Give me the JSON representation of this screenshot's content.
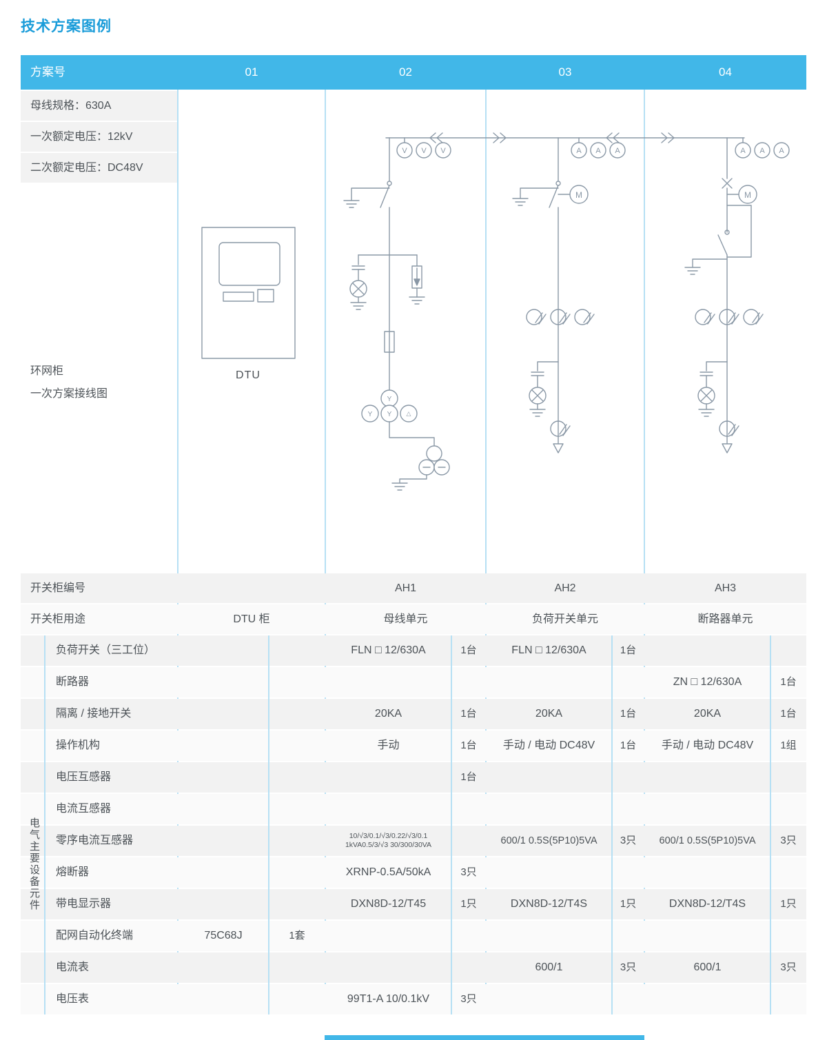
{
  "title": "技术方案图例",
  "header": {
    "label": "方案号",
    "schemes": [
      "01",
      "02",
      "03",
      "04"
    ]
  },
  "specs": [
    "母线规格：630A",
    "一次额定电压：12kV",
    "二次额定电压：DC48V"
  ],
  "section": {
    "line1": "环网柜",
    "line2": "一次方案接线图"
  },
  "diagram": {
    "dtu_label": "DTU",
    "symbols": {
      "voltmeter": "V",
      "ammeter": "A",
      "motor": "M",
      "star": "Y",
      "delta": "△"
    }
  },
  "rows": {
    "cabinet_no": {
      "label": "开关柜编号",
      "values": [
        "",
        "AH1",
        "AH2",
        "AH3"
      ]
    },
    "cabinet_use": {
      "label": "开关柜用途",
      "values": [
        "DTU 柜",
        "母线单元",
        "负荷开关单元",
        "断路器单元"
      ]
    }
  },
  "equipment": {
    "section_label": "电气主要设备元件",
    "rows": [
      {
        "label": "负荷开关（三工位）",
        "cells": [
          {
            "value": "",
            "qty": ""
          },
          {
            "value": "FLN □ 12/630A",
            "qty": "1台"
          },
          {
            "value": "FLN □ 12/630A",
            "qty": "1台"
          },
          {
            "value": "",
            "qty": ""
          }
        ]
      },
      {
        "label": "断路器",
        "cells": [
          {
            "value": "",
            "qty": ""
          },
          {
            "value": "",
            "qty": ""
          },
          {
            "value": "",
            "qty": ""
          },
          {
            "value": "ZN □ 12/630A",
            "qty": "1台"
          }
        ]
      },
      {
        "label": "隔离 / 接地开关",
        "cells": [
          {
            "value": "",
            "qty": ""
          },
          {
            "value": "20KA",
            "qty": "1台"
          },
          {
            "value": "20KA",
            "qty": "1台"
          },
          {
            "value": "20KA",
            "qty": "1台"
          }
        ]
      },
      {
        "label": "操作机构",
        "cells": [
          {
            "value": "",
            "qty": ""
          },
          {
            "value": "手动",
            "qty": "1台"
          },
          {
            "value": "手动 / 电动 DC48V",
            "qty": "1台"
          },
          {
            "value": "手动 / 电动 DC48V",
            "qty": "1组"
          }
        ]
      },
      {
        "label": "电压互感器",
        "cells": [
          {
            "value": "",
            "qty": ""
          },
          {
            "value": "",
            "qty": "1台"
          },
          {
            "value": "",
            "qty": ""
          },
          {
            "value": "",
            "qty": ""
          }
        ]
      },
      {
        "label": "电流互感器",
        "cells": [
          {
            "value": "",
            "qty": ""
          },
          {
            "value": "",
            "qty": ""
          },
          {
            "value": "",
            "qty": ""
          },
          {
            "value": "",
            "qty": ""
          }
        ]
      },
      {
        "label": "零序电流互感器",
        "cells": [
          {
            "value": "",
            "qty": ""
          },
          {
            "value": "10/√3/0.1/√3/0.22/√3/0.1",
            "value2": "1kVA0.5/3/√3 30/300/30VA",
            "qty": ""
          },
          {
            "value": "600/1 0.5S(5P10)5VA",
            "qty": "3只"
          },
          {
            "value": "600/1 0.5S(5P10)5VA",
            "qty": "3只"
          }
        ]
      },
      {
        "label": "熔断器",
        "cells": [
          {
            "value": "",
            "qty": ""
          },
          {
            "value": "XRNP-0.5A/50kA",
            "qty": "3只"
          },
          {
            "value": "",
            "qty": ""
          },
          {
            "value": "",
            "qty": ""
          }
        ]
      },
      {
        "label": "带电显示器",
        "cells": [
          {
            "value": "",
            "qty": ""
          },
          {
            "value": "DXN8D-12/T45",
            "qty": "1只"
          },
          {
            "value": "DXN8D-12/T4S",
            "qty": "1只"
          },
          {
            "value": "DXN8D-12/T4S",
            "qty": "1只"
          }
        ]
      },
      {
        "label": "配网自动化终端",
        "cells": [
          {
            "value": "75C68J",
            "qty": "1套"
          },
          {
            "value": "",
            "qty": ""
          },
          {
            "value": "",
            "qty": ""
          },
          {
            "value": "",
            "qty": ""
          }
        ]
      },
      {
        "label": "电流表",
        "cells": [
          {
            "value": "",
            "qty": ""
          },
          {
            "value": "",
            "qty": ""
          },
          {
            "value": "600/1",
            "qty": "3只"
          },
          {
            "value": "600/1",
            "qty": "3只"
          }
        ]
      },
      {
        "label": "电压表",
        "cells": [
          {
            "value": "",
            "qty": ""
          },
          {
            "value": "99T1-A 10/0.1kV",
            "qty": "3只"
          },
          {
            "value": "",
            "qty": ""
          },
          {
            "value": "",
            "qty": ""
          }
        ]
      }
    ]
  }
}
